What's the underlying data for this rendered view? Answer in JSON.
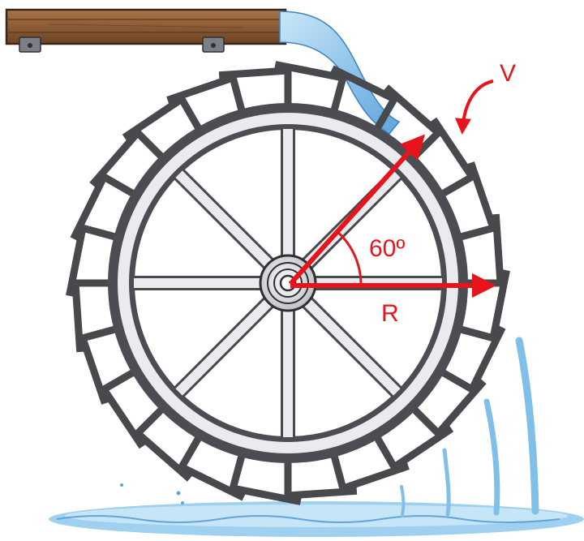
{
  "diagram": {
    "labels": {
      "velocity": "V",
      "angle": "60º",
      "radius": "R"
    },
    "wheel": {
      "spoke_count": 8,
      "bucket_count": 24,
      "bucket_angle_deg": 60
    },
    "colors": {
      "arrow": "#e8141c",
      "metal": "#48494d",
      "metal_light": "#e9ebee",
      "water": "#8ec7ec",
      "water_dark": "#4a8fc9",
      "wood": "#8a5b35"
    }
  }
}
